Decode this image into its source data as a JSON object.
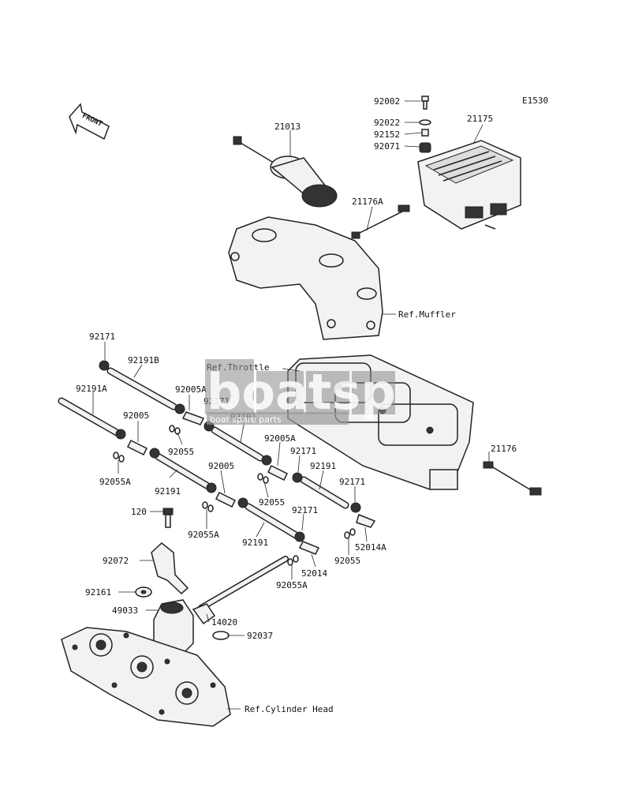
{
  "diagram_code": "E1530",
  "front_label": "FRONT",
  "watermark": {
    "brand": "boatsp",
    "tagline": "boat spare parts"
  },
  "refs": {
    "muffler": "Ref.Muffler",
    "throttle": "Ref.Throttle",
    "cylinder_head": "Ref.Cylinder Head"
  },
  "labels": {
    "p92002": "92002",
    "p92022": "92022",
    "p92152": "92152",
    "p92071": "92071",
    "p21175": "21175",
    "p21013": "21013",
    "p21176A": "21176A",
    "p92171_a": "92171",
    "p92191B": "92191B",
    "p92191A": "92191A",
    "p92005A_a": "92005A",
    "p92171_b": "92171",
    "p92005_a": "92005",
    "p92055_a": "92055",
    "p92191_a": "92191",
    "p92005A_b": "92005A",
    "p92171_c": "92171",
    "p92055A_a": "92055A",
    "p92191_b": "92191",
    "p92005_b": "92005",
    "p92055_b": "92055",
    "p92191_c": "92191",
    "p92171_d": "92171",
    "p21176": "21176",
    "p120": "120",
    "p92055A_b": "92055A",
    "p92191_d": "92191",
    "p92171_e": "92171",
    "p52014A": "52014A",
    "p92072": "92072",
    "p52014": "52014",
    "p92055_c": "92055",
    "p92055A_c": "92055A",
    "p92161": "92161",
    "p49033": "49033",
    "p14020": "14020",
    "p92037": "92037"
  }
}
